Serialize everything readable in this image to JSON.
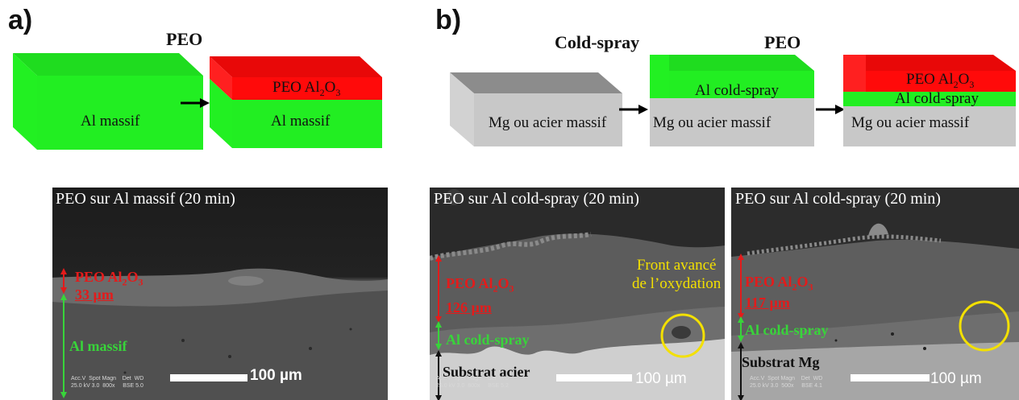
{
  "panel_a": {
    "letter": "a)",
    "step_title": "PEO",
    "block1_label": "Al massif",
    "block2_top_label_main": "PEO Al",
    "block2_top_label_sub": "2",
    "block2_top_label_main2": "O",
    "block2_top_label_sub2": "3",
    "block2_bottom_label": "Al massif",
    "sem": {
      "title": "PEO sur Al massif (20 min)",
      "red_label_line1": "PEO Al",
      "red_sub1": "2",
      "red_mid": "O",
      "red_sub2": "3",
      "red_thickness": "33 µm",
      "green_label": "Al massif",
      "meta": "Acc.V  Spot Magn    Det  WD\n25.0 kV 3.0  800x     BSE 5.0",
      "scale_value": "100",
      "scale_unit": "µm"
    }
  },
  "panel_b": {
    "letter": "b)",
    "step1_title": "Cold-spray",
    "step2_title": "PEO",
    "block1_label": "Mg ou acier massif",
    "block2_top_label": "Al cold-spray",
    "block2_bottom_label": "Mg ou acier massif",
    "block3_top_label_main": "PEO Al",
    "block3_top_sub1": "2",
    "block3_top_mid": "O",
    "block3_top_sub2": "3",
    "block3_mid_label": "Al cold-spray",
    "block3_bottom_label": "Mg ou acier massif",
    "sem_left": {
      "title": "PEO sur  Al cold-spray  (20 min)",
      "red_label_line1": "PEO Al",
      "red_sub1": "2",
      "red_mid": "O",
      "red_sub2": "3",
      "red_thickness": "126 µm",
      "green_label": "Al cold-spray",
      "black_label": "Substrat acier",
      "yellow_line1": "Front avancé",
      "yellow_line2": "de l’oxydation",
      "meta": "Acc.V  Spot Magn    Det  WD\n25.0 kV 3.0  800x     BSE 5.2",
      "scale_value": "100",
      "scale_unit": "µm"
    },
    "sem_right": {
      "title": "PEO sur Al cold-spray   (20 min)",
      "red_label_line1": "PEO Al",
      "red_sub1": "2",
      "red_mid": "O",
      "red_sub2": "3",
      "red_thickness": "117 µm",
      "green_label": "Al cold-spray",
      "black_label": "Substrat Mg",
      "meta": "Acc.V  Spot Magn    Det  WD\n25.0 kV 3.0  500x     BSE 4.1",
      "scale_value": "100",
      "scale_unit": "µm"
    }
  },
  "colors": {
    "green": "#22ee22",
    "red": "#ff0a0a",
    "grey": "#c8c8c8",
    "label_red": "#e31b1b",
    "label_green": "#38d43a",
    "highlight_yellow": "#f3e000"
  }
}
